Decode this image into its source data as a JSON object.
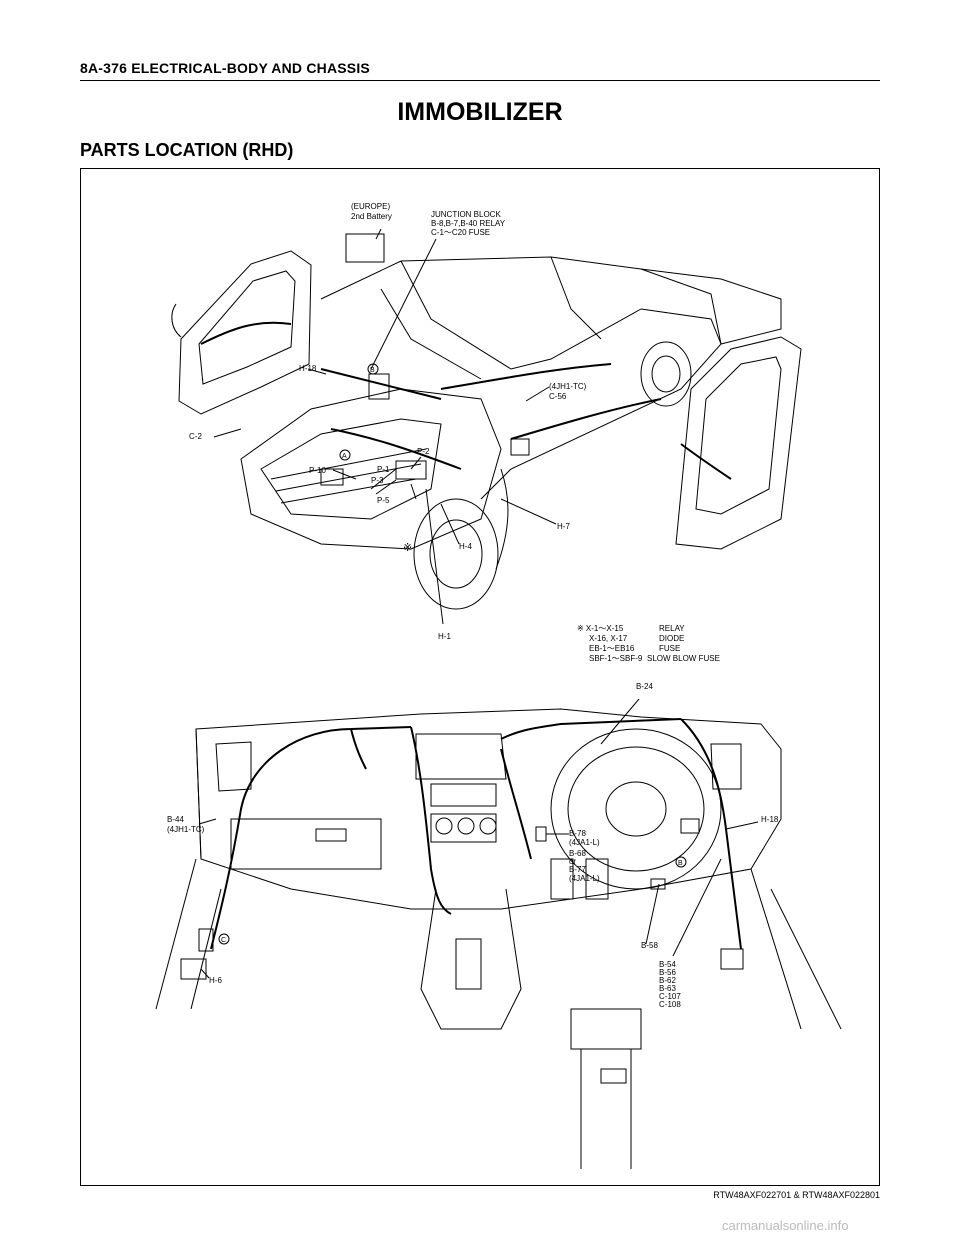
{
  "header": {
    "section": "8A-376  ELECTRICAL-BODY AND CHASSIS"
  },
  "title": "IMMOBILIZER",
  "subtitle": "PARTS LOCATION (RHD)",
  "labels": {
    "europe": "(EUROPE)",
    "battery": "2nd Battery",
    "junction1": "JUNCTION BLOCK",
    "junction2": "B-8,B-7,B-40 RELAY",
    "junction3": "C-1～C20 FUSE",
    "h18_top": "H-18",
    "c2": "C-2",
    "p10": "P-10",
    "p1": "P-1",
    "p2": "P-2",
    "p3": "P-3",
    "p5": "P-5",
    "h4": "H-4",
    "h1": "H-1",
    "h7": "H-7",
    "jh1tc_top": "(4JH1-TC)",
    "c56": "C-56",
    "mark": "※",
    "circle_a": "A",
    "circle_b": "B",
    "circle_c": "C"
  },
  "note": {
    "l1a": "※ X-1～X-15",
    "l1b": "RELAY",
    "l2a": "X-16, X-17",
    "l2b": "DIODE",
    "l3a": "EB-1～EB16",
    "l3b": "FUSE",
    "l4a": "SBF-1～SBF-9",
    "l4b": "SLOW BLOW FUSE"
  },
  "dash_labels": {
    "b24": "B-24",
    "b44": "B-44",
    "jh1tc": "(4JH1-TC)",
    "h18": "H-18",
    "b78": "B-78",
    "ja1l_1": "(4JA1-L)",
    "b68": "B-68",
    "or": "or",
    "b77": "B-77",
    "ja1l_2": "(4JA1-L)",
    "b58": "B-58",
    "h6": "H-6",
    "b54": "B-54",
    "b56": "B-56",
    "b62": "B-62",
    "b63": "B-63",
    "c107": "C-107",
    "c108": "C-108"
  },
  "figure_ref": "RTW48AXF022701 & RTW48AXF022801",
  "watermark": "carmanualsonline.info"
}
